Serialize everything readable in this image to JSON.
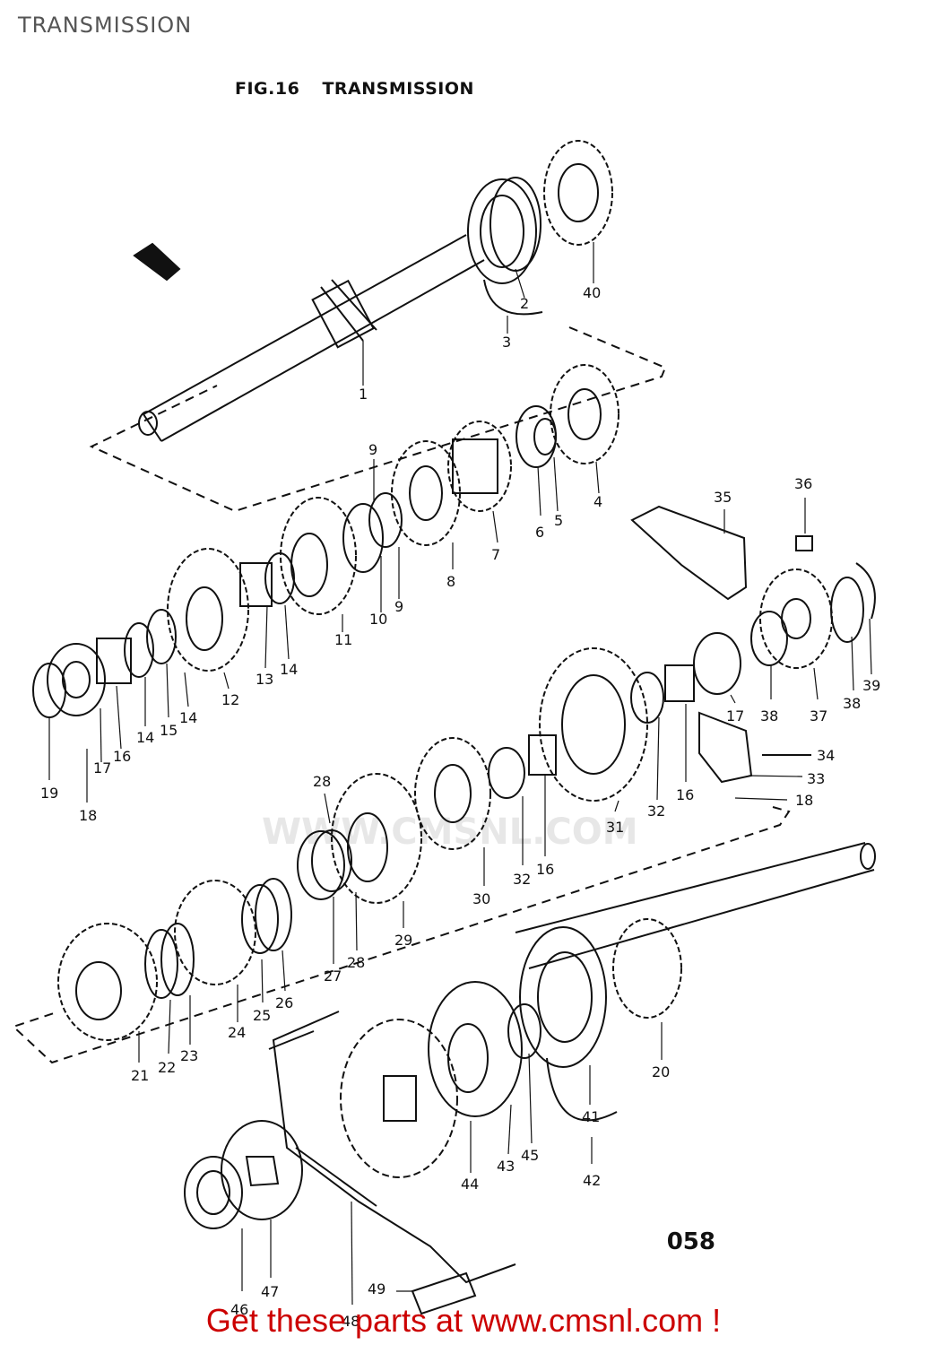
{
  "page_header": "TRANSMISSION",
  "figure": {
    "number": "FIG.16",
    "title": "TRANSMISSION"
  },
  "ref_code": "058",
  "watermark": "WWW.CMSNL.COM",
  "cta": "Get these parts at www.cmsnl.com !",
  "colors": {
    "ink": "#111111",
    "cta": "#cc0000",
    "watermark": "#c0c0c0"
  },
  "callouts": [
    "1",
    "2",
    "3",
    "40",
    "4",
    "5",
    "6",
    "7",
    "8",
    "9",
    "9",
    "10",
    "11",
    "12",
    "13",
    "14",
    "14",
    "15",
    "14",
    "16",
    "17",
    "19",
    "18",
    "35",
    "36",
    "37",
    "38",
    "38",
    "39",
    "17",
    "16",
    "32",
    "31",
    "33",
    "34",
    "18",
    "30",
    "32",
    "16",
    "29",
    "28",
    "28",
    "27",
    "26",
    "25",
    "24",
    "23",
    "22",
    "21",
    "20",
    "41",
    "42",
    "43",
    "44",
    "45",
    "46",
    "47",
    "48",
    "49"
  ]
}
